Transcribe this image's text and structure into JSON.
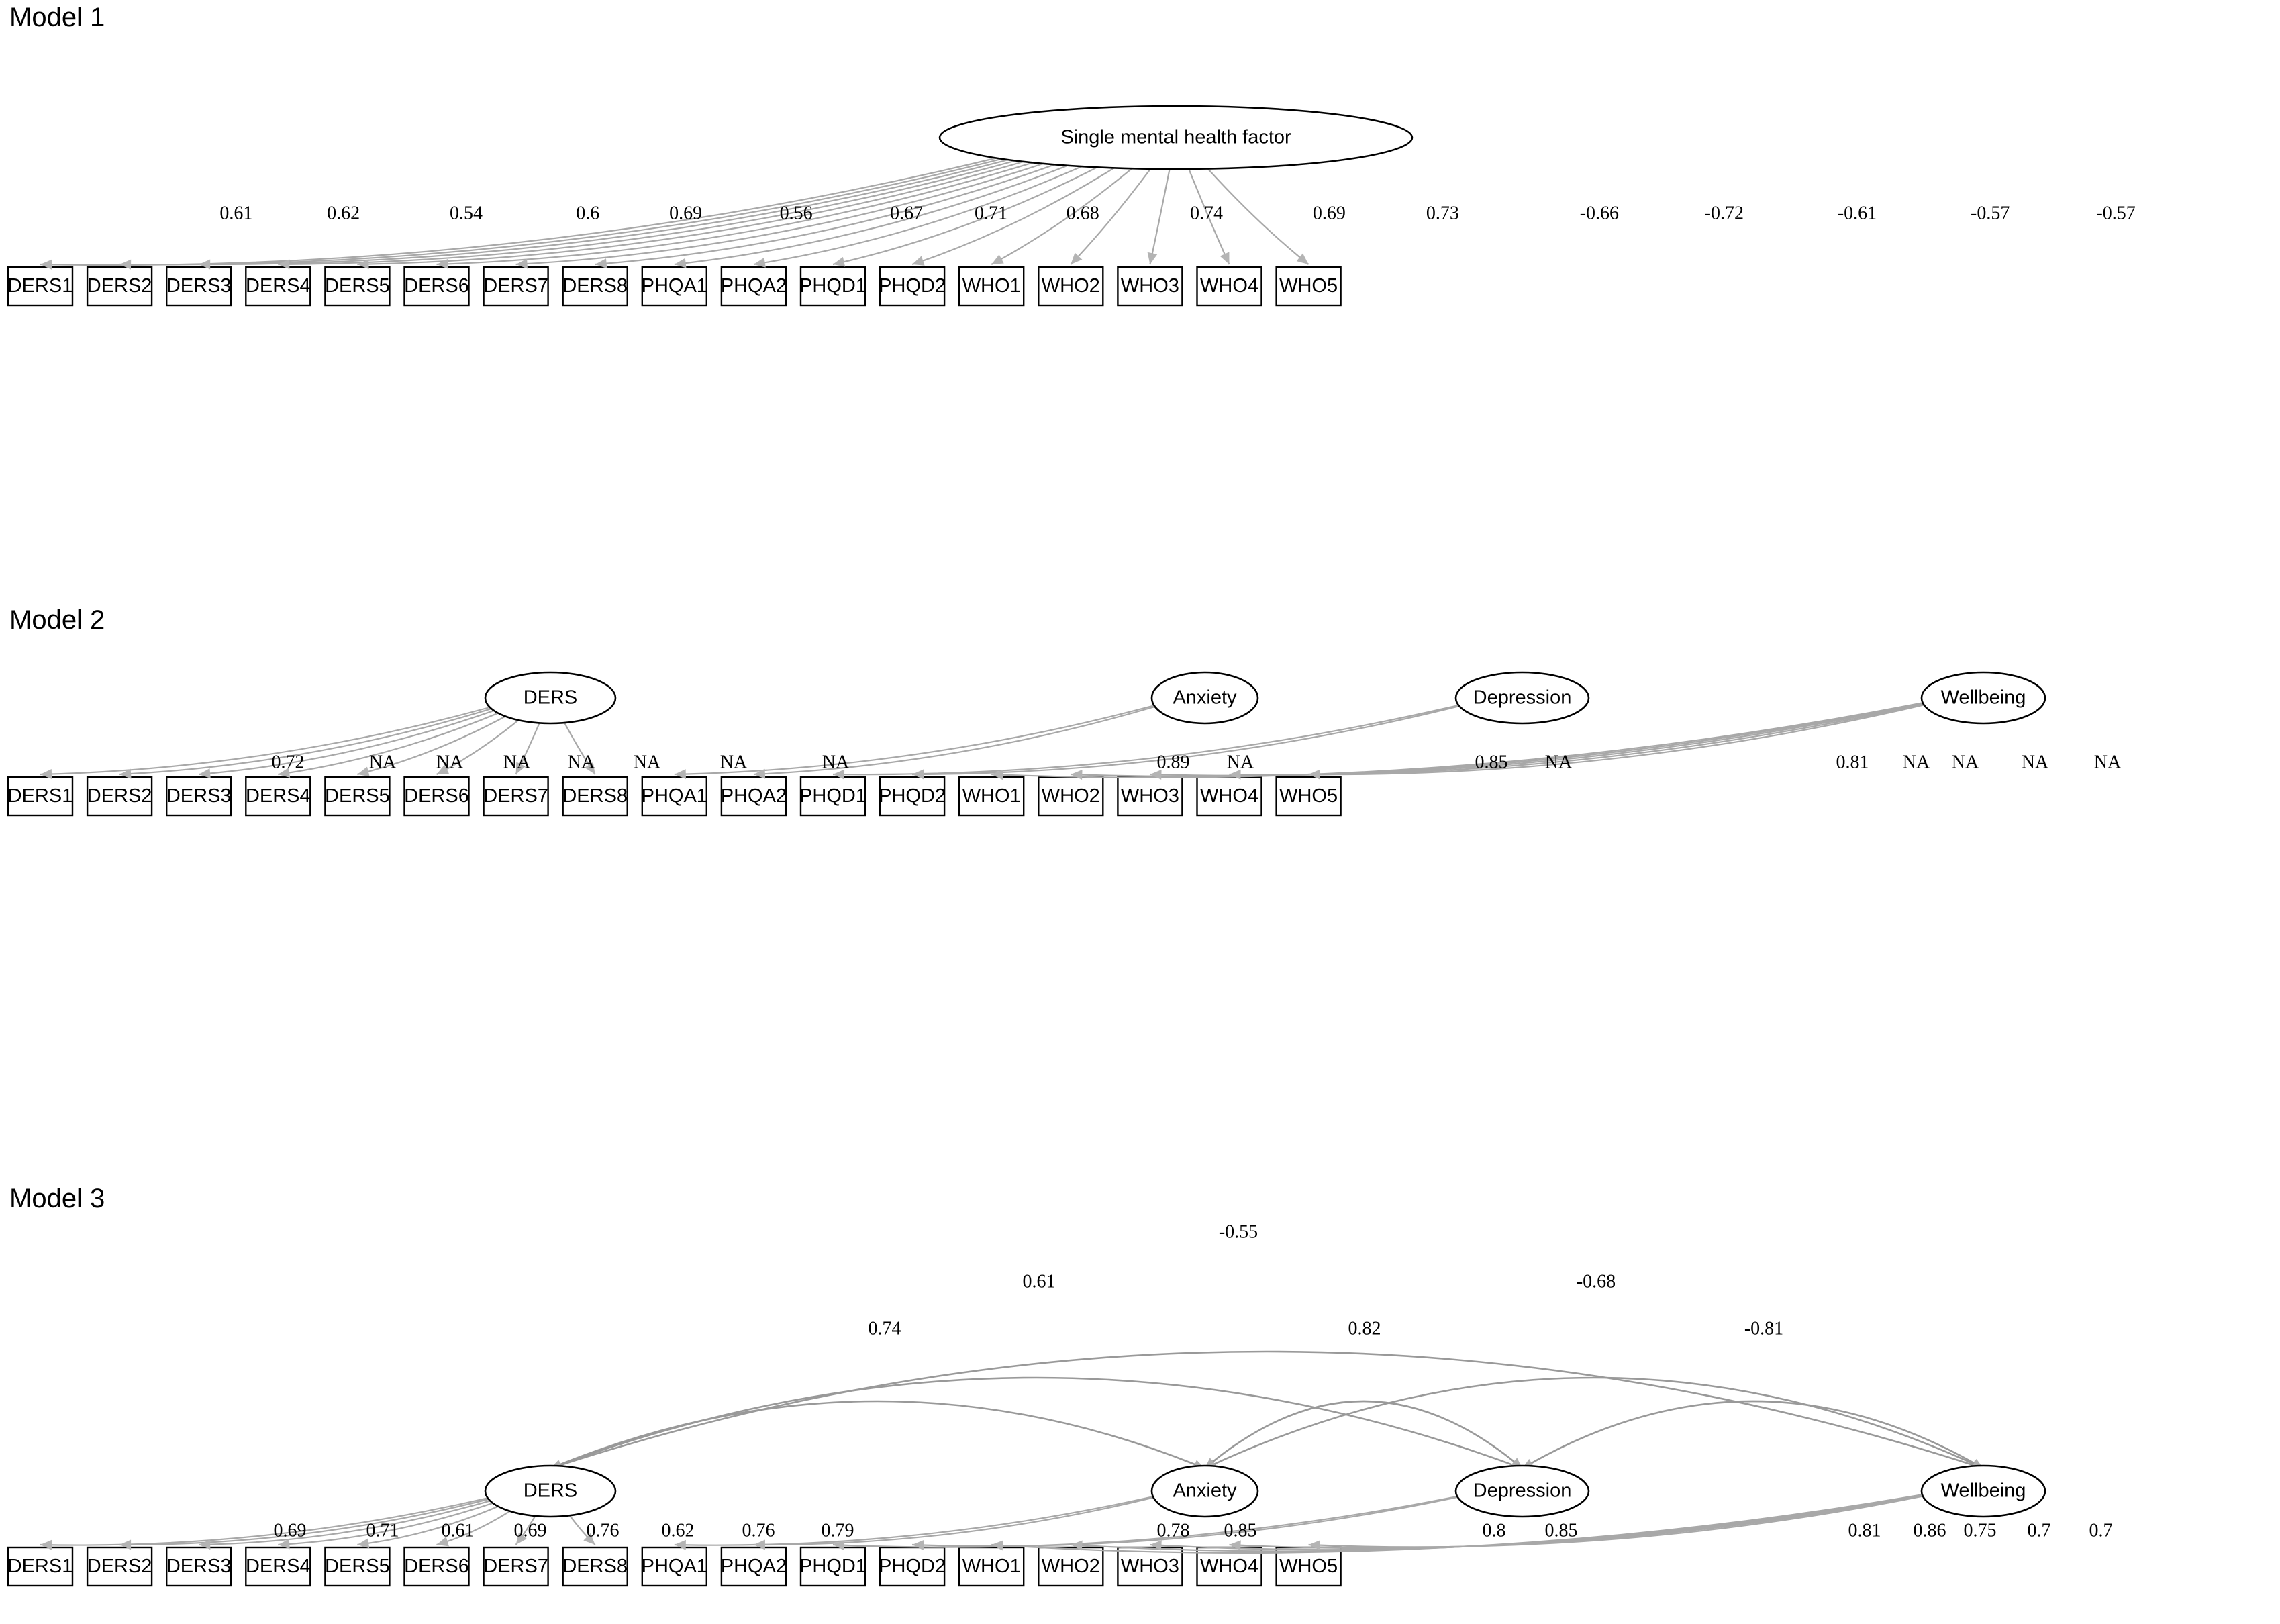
{
  "figure": {
    "kind": "sem-path-diagram",
    "panels": [
      "Model 1",
      "Model 2",
      "Model 3"
    ]
  },
  "indicators": [
    "DERS1",
    "DERS2",
    "DERS3",
    "DERS4",
    "DERS5",
    "DERS6",
    "DERS7",
    "DERS8",
    "PHQA1",
    "PHQA2",
    "PHQD1",
    "PHQD2",
    "WHO1",
    "WHO2",
    "WHO3",
    "WHO4",
    "WHO5"
  ],
  "model1": {
    "title": "Model 1",
    "latent": "Single mental health factor",
    "loadings": [
      "0.61",
      "0.62",
      "0.54",
      "0.6",
      "0.69",
      "0.56",
      "0.67",
      "0.71",
      "0.68",
      "0.74",
      "0.69",
      "0.73",
      "-0.66",
      "-0.72",
      "-0.61",
      "-0.57",
      "-0.57"
    ],
    "indicators": [
      "DERS1",
      "DERS2",
      "DERS3",
      "DERS4",
      "DERS5",
      "DERS6",
      "DERS7",
      "DERS8",
      "PHQA1",
      "PHQA2",
      "PHQD1",
      "PHQD2",
      "WHO1",
      "WHO2",
      "WHO3",
      "WHO4",
      "WHO5"
    ]
  },
  "model2": {
    "title": "Model 2",
    "factors": [
      {
        "name": "DERS",
        "indicators": [
          "DERS1",
          "DERS2",
          "DERS3",
          "DERS4",
          "DERS5",
          "DERS6",
          "DERS7",
          "DERS8"
        ],
        "loadings": [
          "0.72",
          "NA",
          "NA",
          "NA",
          "NA",
          "NA",
          "NA",
          "NA"
        ]
      },
      {
        "name": "Anxiety",
        "indicators": [
          "PHQA1",
          "PHQA2"
        ],
        "loadings": [
          "0.89",
          "NA"
        ]
      },
      {
        "name": "Depression",
        "indicators": [
          "PHQD1",
          "PHQD2"
        ],
        "loadings": [
          "0.85",
          "NA"
        ]
      },
      {
        "name": "Wellbeing",
        "indicators": [
          "WHO1",
          "WHO2",
          "WHO3",
          "WHO4",
          "WHO5"
        ],
        "loadings": [
          "0.81",
          "NA",
          "NA",
          "NA",
          "NA"
        ]
      }
    ]
  },
  "model3": {
    "title": "Model 3",
    "factors": [
      {
        "name": "DERS",
        "indicators": [
          "DERS1",
          "DERS2",
          "DERS3",
          "DERS4",
          "DERS5",
          "DERS6",
          "DERS7",
          "DERS8"
        ],
        "loadings": [
          "0.69",
          "0.71",
          "0.61",
          "0.69",
          "0.76",
          "0.62",
          "0.76",
          "0.79"
        ]
      },
      {
        "name": "Anxiety",
        "indicators": [
          "PHQA1",
          "PHQA2"
        ],
        "loadings": [
          "0.78",
          "0.85"
        ]
      },
      {
        "name": "Depression",
        "indicators": [
          "PHQD1",
          "PHQD2"
        ],
        "loadings": [
          "0.8",
          "0.85"
        ]
      },
      {
        "name": "Wellbeing",
        "indicators": [
          "WHO1",
          "WHO2",
          "WHO3",
          "WHO4",
          "WHO5"
        ],
        "loadings": [
          "0.81",
          "0.86",
          "0.75",
          "0.7",
          "0.7"
        ]
      }
    ],
    "correlations": [
      {
        "from": "DERS",
        "to": "Wellbeing",
        "value": "-0.55"
      },
      {
        "from": "DERS",
        "to": "Depression",
        "value": "0.61"
      },
      {
        "from": "DERS",
        "to": "Anxiety",
        "value": "0.74"
      },
      {
        "from": "Anxiety",
        "to": "Depression",
        "value": "0.82"
      },
      {
        "from": "Anxiety",
        "to": "Wellbeing",
        "value": "-0.68"
      },
      {
        "from": "Depression",
        "to": "Wellbeing",
        "value": "-0.81"
      }
    ]
  },
  "chart_data": {
    "type": "diagram",
    "title": "Confirmatory factor analysis models 1-3",
    "models": [
      {
        "name": "Model 1",
        "structure": "single-factor",
        "factors": [
          {
            "name": "Single mental health factor",
            "indicators": [
              "DERS1",
              "DERS2",
              "DERS3",
              "DERS4",
              "DERS5",
              "DERS6",
              "DERS7",
              "DERS8",
              "PHQA1",
              "PHQA2",
              "PHQD1",
              "PHQD2",
              "WHO1",
              "WHO2",
              "WHO3",
              "WHO4",
              "WHO5"
            ],
            "standardized_loadings": [
              0.61,
              0.62,
              0.54,
              0.6,
              0.69,
              0.56,
              0.67,
              0.71,
              0.68,
              0.74,
              0.69,
              0.73,
              -0.66,
              -0.72,
              -0.61,
              -0.57,
              -0.57
            ]
          }
        ],
        "factor_correlations": []
      },
      {
        "name": "Model 2",
        "structure": "four-factor-orthogonal",
        "factors": [
          {
            "name": "DERS",
            "indicators": [
              "DERS1",
              "DERS2",
              "DERS3",
              "DERS4",
              "DERS5",
              "DERS6",
              "DERS7",
              "DERS8"
            ],
            "standardized_loadings": [
              "0.72",
              "NA",
              "NA",
              "NA",
              "NA",
              "NA",
              "NA",
              "NA"
            ]
          },
          {
            "name": "Anxiety",
            "indicators": [
              "PHQA1",
              "PHQA2"
            ],
            "standardized_loadings": [
              "0.89",
              "NA"
            ]
          },
          {
            "name": "Depression",
            "indicators": [
              "PHQD1",
              "PHQD2"
            ],
            "standardized_loadings": [
              "0.85",
              "NA"
            ]
          },
          {
            "name": "Wellbeing",
            "indicators": [
              "WHO1",
              "WHO2",
              "WHO3",
              "WHO4",
              "WHO5"
            ],
            "standardized_loadings": [
              "0.81",
              "NA",
              "NA",
              "NA",
              "NA"
            ]
          }
        ],
        "factor_correlations": []
      },
      {
        "name": "Model 3",
        "structure": "four-factor-correlated",
        "factors": [
          {
            "name": "DERS",
            "indicators": [
              "DERS1",
              "DERS2",
              "DERS3",
              "DERS4",
              "DERS5",
              "DERS6",
              "DERS7",
              "DERS8"
            ],
            "standardized_loadings": [
              0.69,
              0.71,
              0.61,
              0.69,
              0.76,
              0.62,
              0.76,
              0.79
            ]
          },
          {
            "name": "Anxiety",
            "indicators": [
              "PHQA1",
              "PHQA2"
            ],
            "standardized_loadings": [
              0.78,
              0.85
            ]
          },
          {
            "name": "Depression",
            "indicators": [
              "PHQD1",
              "PHQD2"
            ],
            "standardized_loadings": [
              0.8,
              0.85
            ]
          },
          {
            "name": "Wellbeing",
            "indicators": [
              "WHO1",
              "WHO2",
              "WHO3",
              "WHO4",
              "WHO5"
            ],
            "standardized_loadings": [
              0.81,
              0.86,
              0.75,
              0.7,
              0.7
            ]
          }
        ],
        "factor_correlations": [
          {
            "pair": [
              "DERS",
              "Anxiety"
            ],
            "value": 0.74
          },
          {
            "pair": [
              "DERS",
              "Depression"
            ],
            "value": 0.61
          },
          {
            "pair": [
              "DERS",
              "Wellbeing"
            ],
            "value": -0.55
          },
          {
            "pair": [
              "Anxiety",
              "Depression"
            ],
            "value": 0.82
          },
          {
            "pair": [
              "Anxiety",
              "Wellbeing"
            ],
            "value": -0.68
          },
          {
            "pair": [
              "Depression",
              "Wellbeing"
            ],
            "value": -0.81
          }
        ]
      }
    ]
  }
}
